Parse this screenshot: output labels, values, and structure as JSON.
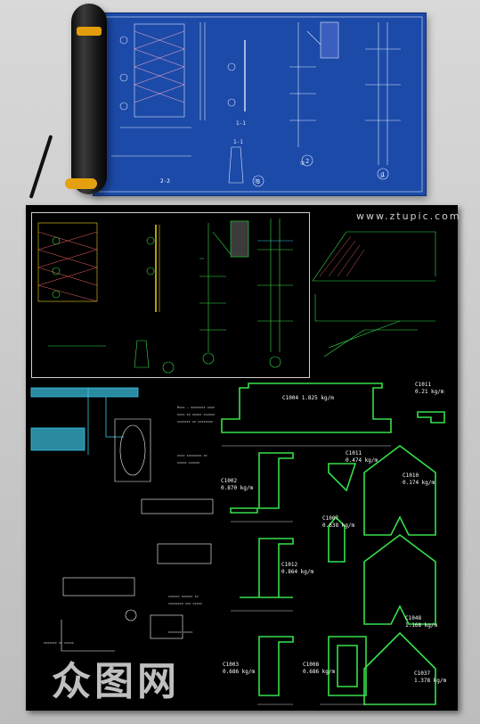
{
  "site": {
    "watermark_text": "www.ztupic.com"
  },
  "brand": {
    "watermark_logo": "众图网"
  },
  "blueprint": {
    "labels": [
      "1-1",
      "2-2",
      "①",
      "②",
      "③"
    ]
  },
  "profiles": [
    {
      "code": "C1004",
      "weight": "1.825 kg/m"
    },
    {
      "code": "C1011",
      "weight": "0.21 kg/m"
    },
    {
      "code": "C1002",
      "weight": "0.870 kg/m"
    },
    {
      "code": "C1011",
      "weight": "0.474 kg/m"
    },
    {
      "code": "C1010",
      "weight": "0.174 kg/m"
    },
    {
      "code": "C1007",
      "weight": "0.638 kg/m"
    },
    {
      "code": "C1012",
      "weight": "0.864 kg/m"
    },
    {
      "code": "C1003",
      "weight": "0.686 kg/m"
    },
    {
      "code": "C1008",
      "weight": "0.686 kg/m"
    },
    {
      "code": "C1048",
      "weight": "1.168 kg/m"
    },
    {
      "code": "C1037",
      "weight": "1.378 kg/m"
    }
  ],
  "colors": {
    "sheet_blue": "#1c4aa8",
    "cad_green": "#35e04a",
    "cad_yellow": "#e8d21a",
    "cad_cyan": "#39c6e6"
  }
}
